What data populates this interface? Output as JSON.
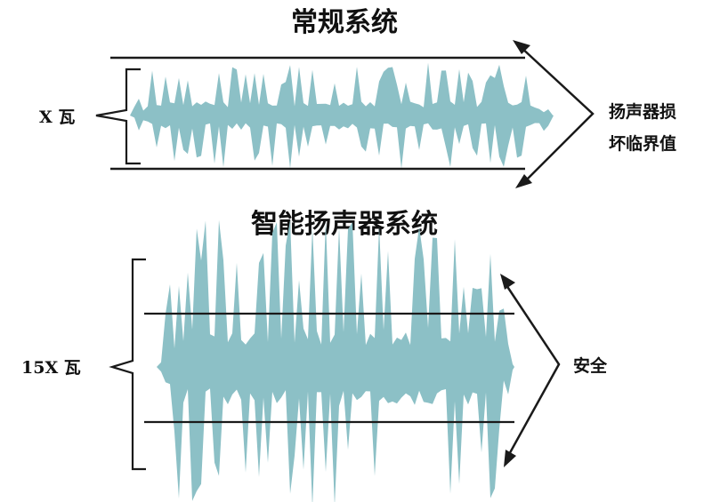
{
  "top_panel": {
    "title": "常规系统",
    "power_label": "X 瓦",
    "limit_label_line1": "扬声器损",
    "limit_label_line2": "坏临界值"
  },
  "bottom_panel": {
    "title": "智能扬声器系统",
    "power_label": "15X 瓦",
    "safe_label": "安全"
  },
  "colors": {
    "waveform": "#8cc0c6",
    "lines": "#1a1a1a",
    "text": "#111111"
  }
}
